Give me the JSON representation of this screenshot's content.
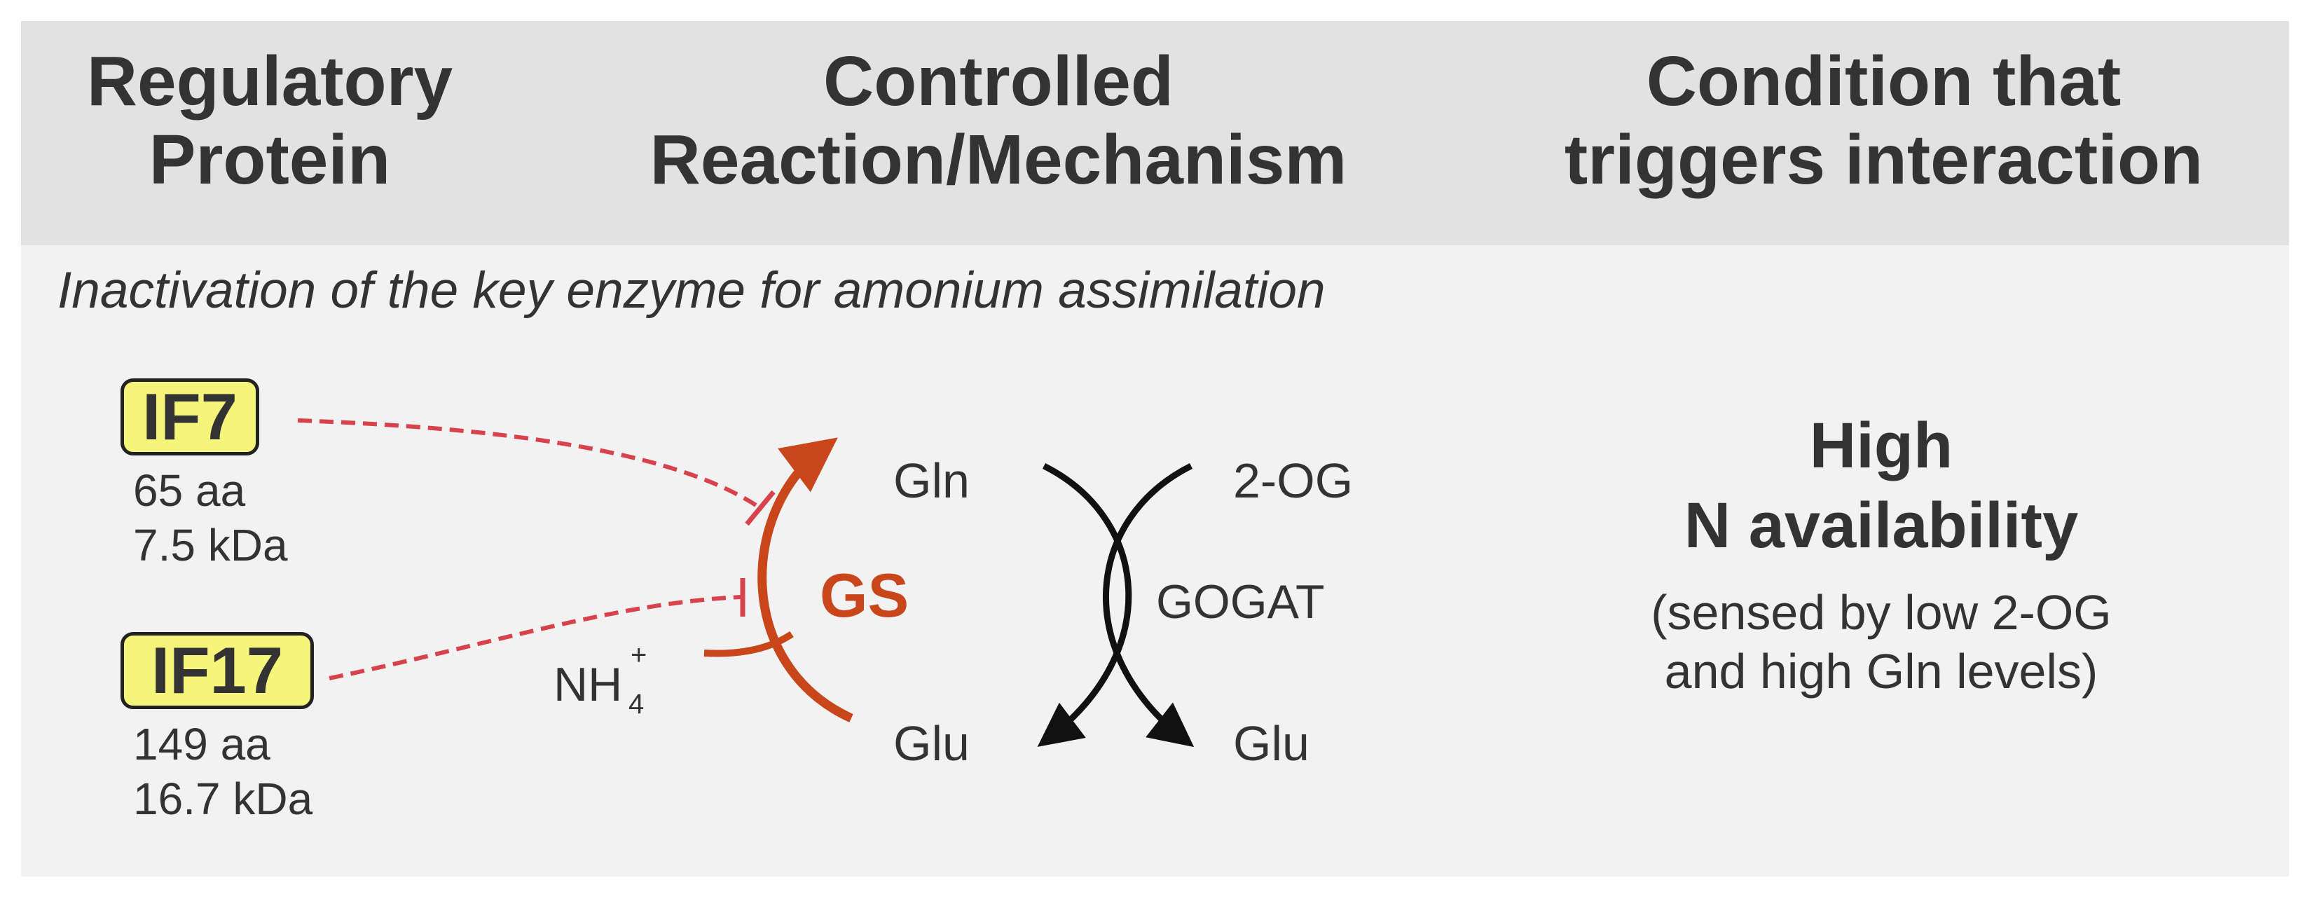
{
  "header": {
    "col1": [
      "Regulatory",
      "Protein"
    ],
    "col2": [
      "Controlled",
      "Reaction/Mechanism"
    ],
    "col3": [
      "Condition that",
      "triggers interaction"
    ]
  },
  "section_title": "Inactivation of the key enzyme for amonium assimilation",
  "proteins": [
    {
      "name": "IF7",
      "length": "65 aa",
      "mass": "7.5 kDa"
    },
    {
      "name": "IF17",
      "length": "149 aa",
      "mass": "16.7 kDa"
    }
  ],
  "reaction": {
    "enzyme_gs": "GS",
    "enzyme_gogat": "GOGAT",
    "gln": "Gln",
    "og": "2-OG",
    "glu_left": "Glu",
    "glu_right": "Glu",
    "ammonium": "NH",
    "ammonium_sub": "4",
    "ammonium_sup": "+"
  },
  "condition": {
    "lines": [
      "High",
      "N availability",
      "(sensed by low 2-OG",
      "and high Gln levels)"
    ]
  },
  "colors": {
    "header_bg": "#e2e2e2",
    "panel_bg": "#f2f2f2",
    "protein_box": "#f5f57a",
    "gs_arrow": "#c8461a",
    "inhibition": "#d8424c",
    "text": "#333333"
  }
}
